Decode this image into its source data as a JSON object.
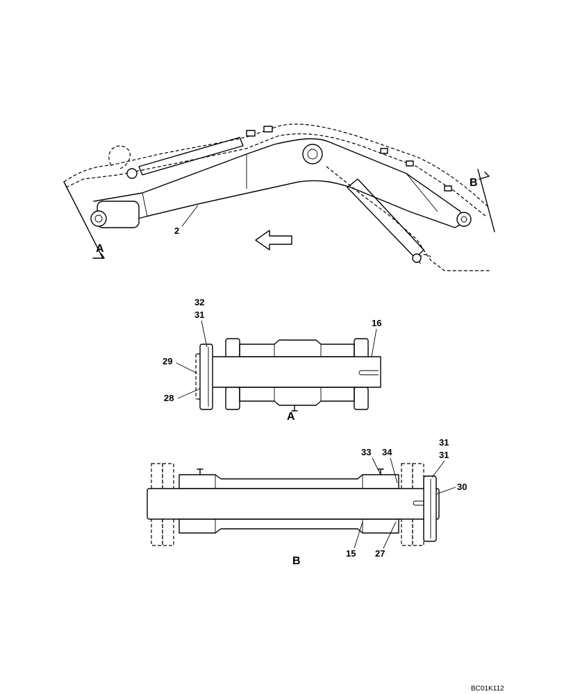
{
  "boom_view": {
    "part_label": "2",
    "section_a_marker": "A",
    "section_b_marker": "B"
  },
  "view_a": {
    "title": "A",
    "callouts": [
      "32",
      "31",
      "16",
      "29",
      "28"
    ]
  },
  "view_b": {
    "title": "B",
    "callouts": [
      "33",
      "34",
      "31",
      "31",
      "30",
      "15",
      "27"
    ]
  },
  "drawing_code": "BC01K112"
}
